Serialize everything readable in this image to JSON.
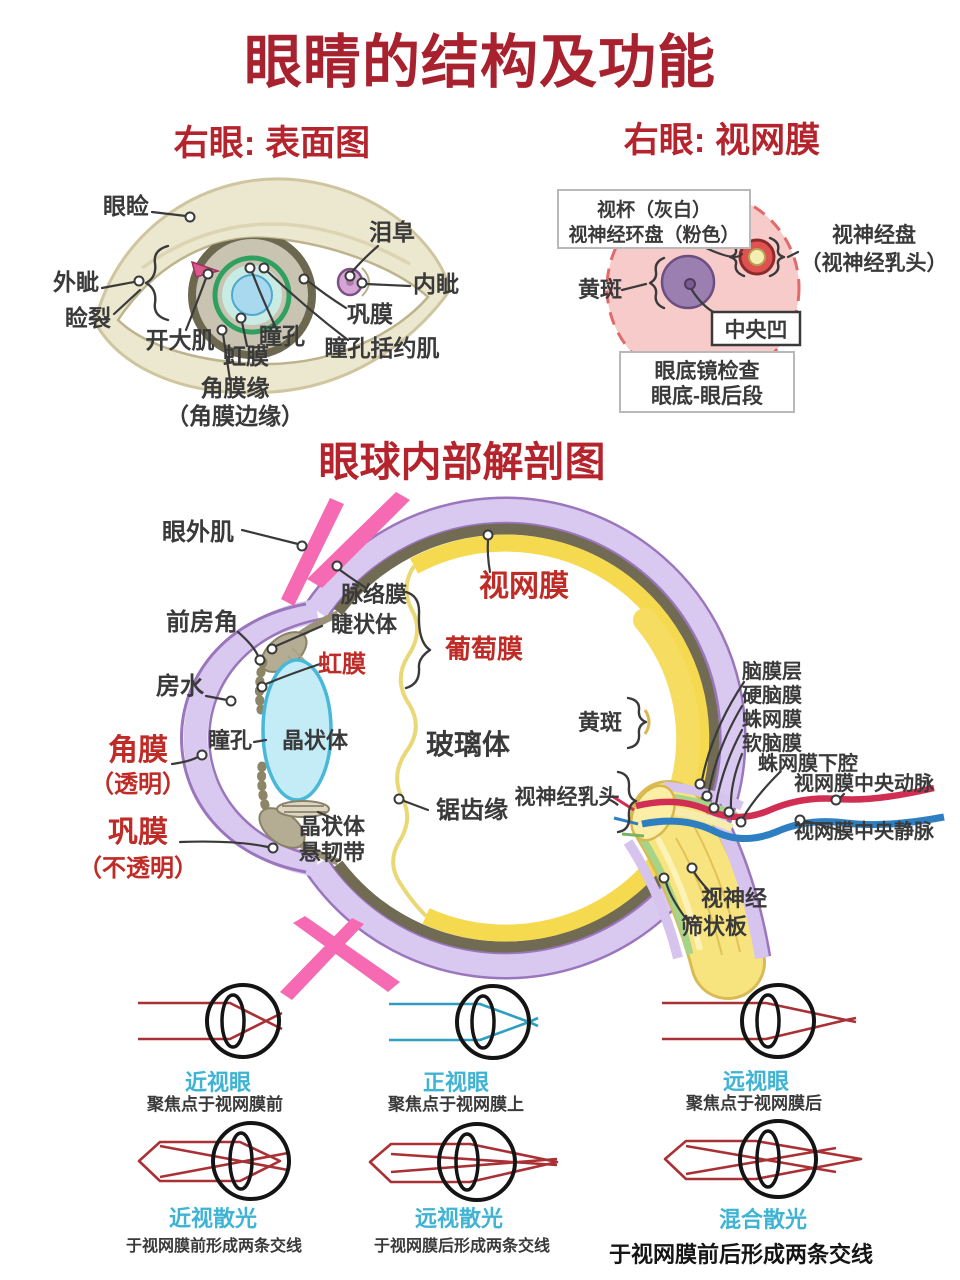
{
  "title": "眼睛的结构及功能",
  "colors": {
    "title_red": "#a8212e",
    "heading_red": "#b5242c",
    "label_red": "#bf2b26",
    "label_dark": "#3a3a3a",
    "vision_teal": "#3fb3d4",
    "ray_red": "#a93136",
    "ray_teal": "#2f9fc0",
    "sclera_lavender": "#d9c8ef",
    "retina_yellow": "#f5d94e",
    "lens_blue": "#c3ecf6",
    "muscle_pink": "#f56ab2",
    "artery_red": "#d02e52",
    "vein_blue": "#2e7fc2"
  },
  "surface": {
    "heading": "右眼: 表面图",
    "labels": {
      "eyelid": "眼睑",
      "lateral_canthus": "外眦",
      "palpebral_fissure": "睑裂",
      "dilator_muscle": "开大肌",
      "iris": "虹膜",
      "pupil": "瞳孔",
      "pupil_sphincter": "瞳孔括约肌",
      "sclera": "巩膜",
      "caruncle": "泪阜",
      "medial_canthus": "内眦",
      "limbus_line1": "角膜缘",
      "limbus_line2": "（角膜边缘）"
    }
  },
  "retina": {
    "heading": "右眼: 视网膜",
    "cup_box_line1": "视杯（灰白）",
    "cup_box_line2": "视神经环盘（粉色）",
    "disc_line1": "视神经盘",
    "disc_line2": "（视神经乳头）",
    "macula": "黄斑",
    "fovea_box": "中央凹",
    "exam_box_line1": "眼底镜检查",
    "exam_box_line2": "眼底-眼后段"
  },
  "anatomy": {
    "heading": "眼球内部解剖图",
    "labels": {
      "extraocular_muscle": "眼外肌",
      "anterior_chamber_angle": "前房角",
      "aqueous_humor": "房水",
      "cornea": "角膜",
      "cornea_note": "（透明）",
      "sclera": "巩膜",
      "sclera_note": "（不透明）",
      "pupil": "瞳孔",
      "lens": "晶状体",
      "zonule_line1": "晶状体",
      "zonule_line2": "悬韧带",
      "choroid": "脉络膜",
      "ciliary_body": "睫状体",
      "uvea": "葡萄膜",
      "iris": "虹膜",
      "retina": "视网膜",
      "vitreous": "玻璃体",
      "ora_serrata": "锯齿缘",
      "macula": "黄斑",
      "optic_papilla": "视神经乳头",
      "meningeal_layer": "脑膜层",
      "dura": "硬脑膜",
      "arachnoid": "蛛网膜",
      "pia": "软脑膜",
      "subarachnoid_space": "蛛网膜下腔",
      "central_retinal_artery": "视网膜中央动脉",
      "central_retinal_vein": "视网膜中央静脉",
      "optic_nerve": "视神经",
      "lamina_cribrosa": "筛状板"
    }
  },
  "vision_types": [
    {
      "name": "近视眼",
      "desc": "聚焦点于视网膜前"
    },
    {
      "name": "正视眼",
      "desc": "聚焦点于视网膜上"
    },
    {
      "name": "远视眼",
      "desc": "聚焦点于视网膜后"
    },
    {
      "name": "近视散光",
      "desc": "于视网膜前形成两条交线"
    },
    {
      "name": "远视散光",
      "desc": "于视网膜后形成两条交线"
    },
    {
      "name": "混合散光",
      "desc": "于视网膜前后形成两条交线"
    }
  ]
}
